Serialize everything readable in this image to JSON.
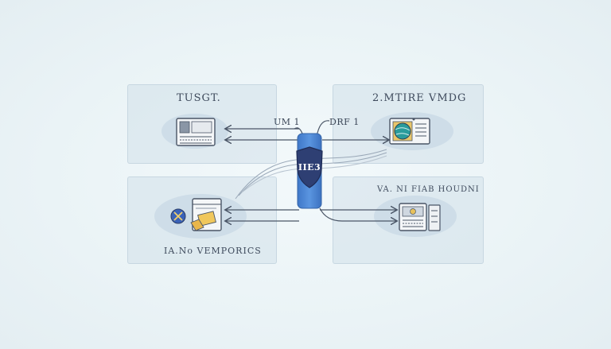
{
  "panels": {
    "top_left": {
      "label": "TUSGT."
    },
    "top_right": {
      "label": "2.MTIRE VMDG"
    },
    "bottom_right": {
      "label": "VA. NI FIAB HOUDNI"
    },
    "bottom_left": {
      "label": "IA.No VEMPORICS"
    }
  },
  "arrows": {
    "left_label": "UM 1",
    "right_label": "DRF 1"
  },
  "gateway": {
    "label": "IIE3"
  },
  "colors": {
    "background": "#eef6f8",
    "panel": "#d2e0ea",
    "gateway_blue": "#4a86d6",
    "shield_navy": "#2e3f73",
    "line": "#4a5566"
  },
  "icons": {
    "top_left": "terminal-monitor-icon",
    "top_right": "globe-screen-icon",
    "bottom_left": "tools-icon",
    "bottom_left_doc": "document-window-icon",
    "bottom_right": "server-hardware-icon"
  }
}
